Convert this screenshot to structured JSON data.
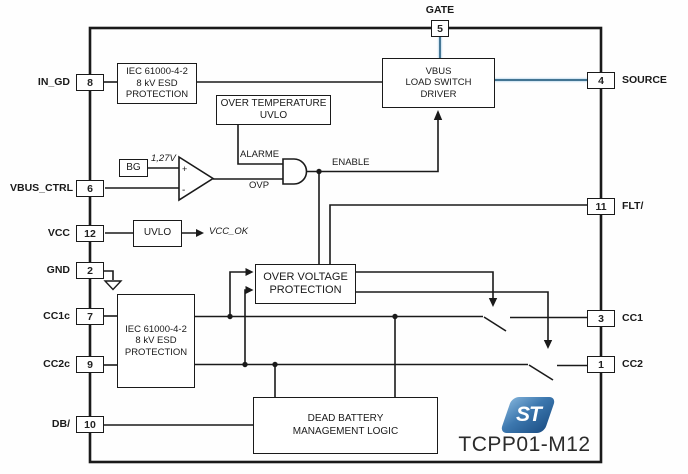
{
  "diagram": {
    "part_number": "TCPP01-M12",
    "logo_text": "ST",
    "accent_blue": "#2d6384",
    "accent_blue_halo": "#d6e8f4",
    "line_color": "#1a1a1a"
  },
  "pins": {
    "gate": {
      "num": "5",
      "label": "GATE"
    },
    "in_gd": {
      "num": "8",
      "label": "IN_GD"
    },
    "vbus_ctrl": {
      "num": "6",
      "label": "VBUS_CTRL"
    },
    "vcc": {
      "num": "12",
      "label": "VCC"
    },
    "gnd": {
      "num": "2",
      "label": "GND"
    },
    "cc1c": {
      "num": "7",
      "label": "CC1c"
    },
    "cc2c": {
      "num": "9",
      "label": "CC2c"
    },
    "db": {
      "num": "10",
      "label": "DB/"
    },
    "source": {
      "num": "4",
      "label": "SOURCE"
    },
    "flt": {
      "num": "11",
      "label": "FLT/"
    },
    "cc1": {
      "num": "3",
      "label": "CC1"
    },
    "cc2": {
      "num": "1",
      "label": "CC2"
    }
  },
  "blocks": {
    "esd_top": {
      "line1": "IEC 61000-4-2",
      "line2": "8 kV ESD",
      "line3": "PROTECTION"
    },
    "over_temp": {
      "line1": "OVER TEMPERATURE",
      "line2": "UVLO"
    },
    "load_switch": {
      "line1": "VBUS",
      "line2": "LOAD SWITCH",
      "line3": "DRIVER"
    },
    "bandgap": {
      "label": "BG"
    },
    "uvlo": {
      "label": "UVLO"
    },
    "ovp": {
      "line1": "OVER VOLTAGE",
      "line2": "PROTECTION"
    },
    "esd_cc": {
      "line1": "IEC 61000-4-2",
      "line2": "8 kV ESD",
      "line3": "PROTECTION"
    },
    "dead_battery": {
      "line1": "DEAD BATTERY",
      "line2": "MANAGEMENT LOGIC"
    }
  },
  "signals": {
    "vref": "1,27V",
    "alarme": "ALARME",
    "ovp": "OVP",
    "enable": "ENABLE",
    "vcc_ok": "VCC_OK",
    "comp_plus": "+",
    "comp_minus": "-"
  }
}
